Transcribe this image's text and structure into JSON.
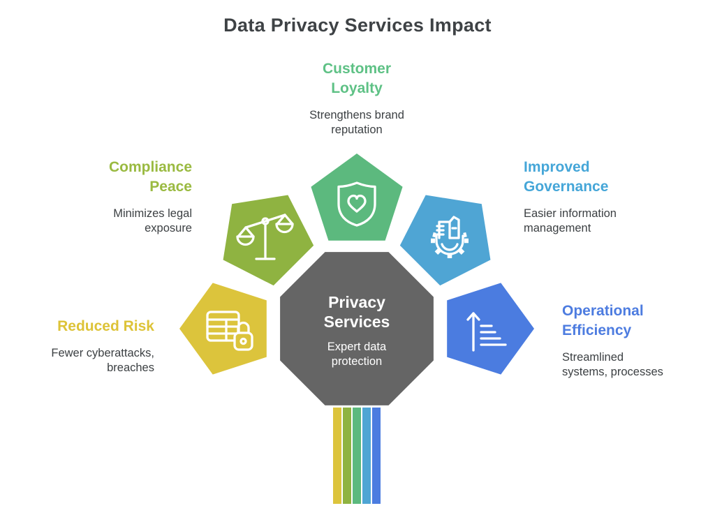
{
  "title": "Data Privacy Services Impact",
  "title_color": "#3e4245",
  "body_text_color": "#3c4043",
  "center": {
    "heading": "Privacy\nServices",
    "description": "Expert data\nprotection",
    "color": "#656565",
    "shape": "octagon"
  },
  "sections": [
    {
      "id": "customer-loyalty",
      "heading": "Customer\nLoyalty",
      "description": "Strengthens brand\nreputation",
      "color": "#5cb97e",
      "heading_color": "#5ec185",
      "icon": "shield-heart-icon"
    },
    {
      "id": "compliance-peace",
      "heading": "Compliance\nPeace",
      "description": "Minimizes legal\nexposure",
      "color": "#8fb341",
      "heading_color": "#9aba41",
      "icon": "scales-icon"
    },
    {
      "id": "improved-governance",
      "heading": "Improved\nGovernance",
      "description": "Easier information\nmanagement",
      "color": "#4fa5d4",
      "heading_color": "#45a6d8",
      "icon": "gear-document-icon"
    },
    {
      "id": "reduced-risk",
      "heading": "Reduced Risk",
      "description": "Fewer cyberattacks,\nbreaches",
      "color": "#dcc43c",
      "heading_color": "#ddc338",
      "icon": "table-lock-icon"
    },
    {
      "id": "operational-efficiency",
      "heading": "Operational\nEfficiency",
      "description": "Streamlined\nsystems, processes",
      "color": "#4b7ce0",
      "heading_color": "#4d7ce0",
      "icon": "arrow-lines-icon"
    }
  ],
  "ribbon_stripes": [
    "#dcc43c",
    "#8fb341",
    "#5cb97e",
    "#4fa5d4",
    "#4b7ce0"
  ]
}
